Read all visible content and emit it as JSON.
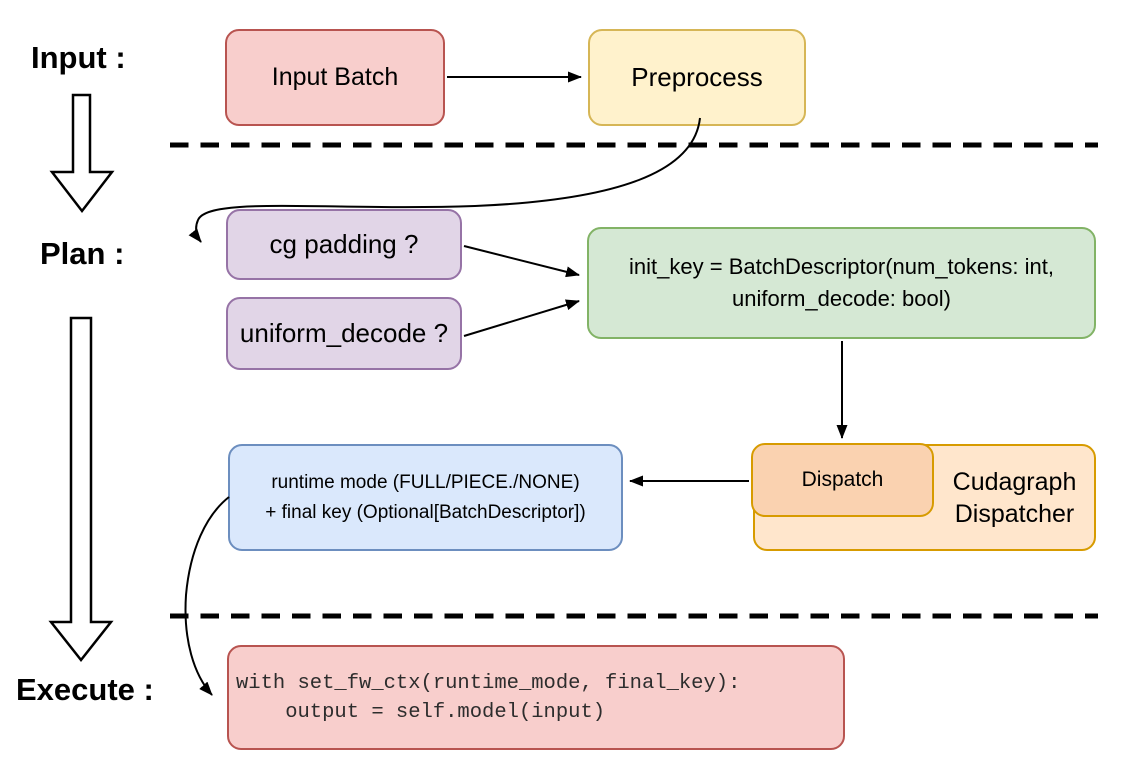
{
  "diagram": {
    "title_semantics": "cudagraph dispatching flow",
    "phases": {
      "input_label": "Input :",
      "plan_label": "Plan :",
      "execute_label": "Execute :"
    },
    "nodes": {
      "input_batch": {
        "label": "Input Batch",
        "fill": "#f8cecc",
        "border": "#b85450"
      },
      "preprocess": {
        "label": "Preprocess",
        "fill": "#fff2cc",
        "border": "#d6b656"
      },
      "cg_padding": {
        "label": "cg padding ?",
        "fill": "#e1d5e7",
        "border": "#9673a6"
      },
      "uniform_decode": {
        "label": "uniform_decode ?",
        "fill": "#e1d5e7",
        "border": "#9673a6"
      },
      "init_key": {
        "line1": "init_key = BatchDescriptor(num_tokens: int,",
        "line2": "uniform_decode: bool)",
        "fill": "#d5e8d4",
        "border": "#82b366"
      },
      "dispatch": {
        "label": "Dispatch",
        "fill": "#fad2b0",
        "border": "#d79b00"
      },
      "cudagraph_dispatcher": {
        "line1": "Cudagraph",
        "line2": "Dispatcher",
        "fill": "#ffe6cc",
        "border": "#d79b00"
      },
      "runtime_mode": {
        "line1": "runtime mode (FULL/PIECE./NONE)",
        "line2": "+ final key (Optional[BatchDescriptor])",
        "fill": "#dae8fc",
        "border": "#6c8ebf"
      },
      "execute_code": {
        "line1": "with set_fw_ctx(runtime_mode, final_key):",
        "line2": "    output = self.model(input)",
        "fill": "#f8cecc",
        "border": "#b85450"
      }
    },
    "connector_color": "#000000",
    "separator_color": "#000000"
  }
}
